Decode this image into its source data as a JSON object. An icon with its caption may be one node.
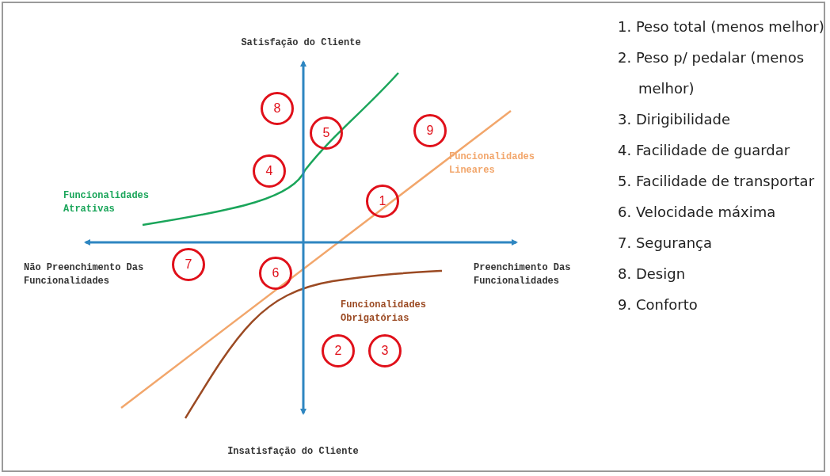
{
  "diagram": {
    "nodes": [
      {
        "text": [
          "8"
        ]
      },
      {
        "text": [
          "5"
        ]
      },
      {
        "text": [
          "9"
        ]
      },
      {
        "text": [
          "4"
        ]
      },
      {
        "text": [
          "1"
        ]
      },
      {
        "text": [
          "7"
        ]
      },
      {
        "text": [
          "6"
        ]
      },
      {
        "text": [
          "2"
        ]
      },
      {
        "text": [
          "3"
        ]
      }
    ],
    "labels": [
      "Satisfação do Cliente",
      "Funcionalidades Lineares",
      "Funcionalidades Atrativas",
      "Não Preenchimento Das Funcionalidades",
      "Preenchimento Das Funcionalidades",
      "Funcionalidades Obrigatórias",
      "Insatisfação do Cliente",
      "1. Peso total (menos melhor)",
      "2. Peso p/ pedalar (menos melhor)",
      "3. Dirigibilidade",
      "4. Facilidade de guardar",
      "5. Facilidade de transportar",
      "6. Velocidade máxima",
      "7. Segurança",
      "8. Design",
      "9. Conforto"
    ]
  }
}
